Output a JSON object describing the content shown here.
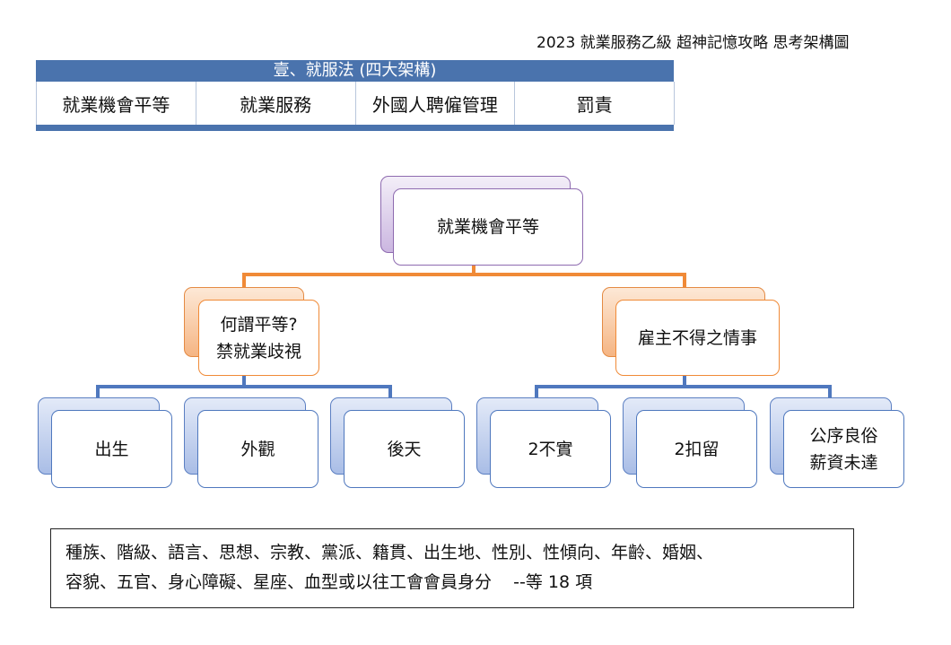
{
  "page_title": "2023  就業服務乙級  超神記憶攻略  思考架構圖",
  "law_table": {
    "header": "壹、就服法 (四大架構)",
    "cells": [
      "就業機會平等",
      "就業服務",
      "外國人聘僱管理",
      "罰責"
    ]
  },
  "tree": {
    "root": "就業機會平等",
    "left_branch": {
      "line1": "何謂平等?",
      "line2": "禁就業歧視"
    },
    "right_branch": "雇主不得之情事",
    "left_leaves": [
      "出生",
      "外觀",
      "後天"
    ],
    "right_leaves": [
      "2不實",
      "2扣留"
    ],
    "right_leaf_multi": {
      "line1": "公序良俗",
      "line2": "薪資未達"
    }
  },
  "footnote": {
    "line1": "種族、階級、語言、思想、宗教、黨派、籍貫、出生地、性別、性傾向、年齡、婚姻、",
    "line2": "容貌、五官、身心障礙、星座、血型或以往工會會員身分    --等 18 項"
  },
  "colors": {
    "header_blue": "#4a73ad",
    "root_purple": "#8e6bb0",
    "branch_orange": "#f08a37",
    "leaf_blue": "#4f78be"
  }
}
